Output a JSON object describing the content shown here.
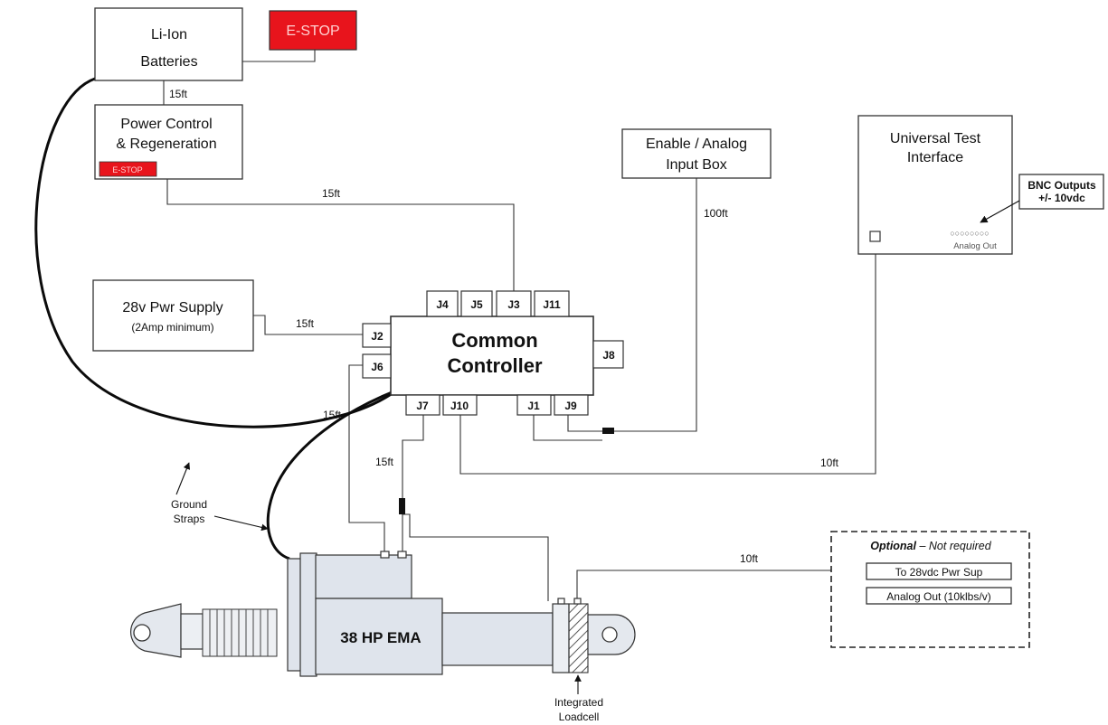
{
  "components": {
    "batteries": {
      "line1": "Li-Ion",
      "line2": "Batteries"
    },
    "estop_main": "E-STOP",
    "power_control": {
      "line1": "Power Control",
      "line2": "& Regeneration",
      "estop": "E-STOP"
    },
    "pwr_supply": {
      "line1": "28v Pwr Supply",
      "line2": "(2Amp minimum)"
    },
    "enable_box": {
      "line1": "Enable / Analog",
      "line2": "Input Box"
    },
    "uti": {
      "line1": "Universal Test",
      "line2": "Interface",
      "analog_out": "Analog Out",
      "port_glyphs": "○○○○○○○○"
    },
    "bnc": {
      "line1": "BNC Outputs",
      "line2": "+/- 10vdc"
    },
    "controller": {
      "line1": "Common",
      "line2": "Controller"
    },
    "ema_label": "38 HP EMA",
    "optional": {
      "title_bold": "Optional",
      "title_rest": " – Not required",
      "item1": "To 28vdc Pwr Sup",
      "item2": "Analog Out (10klbs/v)"
    },
    "ground_straps": {
      "line1": "Ground",
      "line2": "Straps"
    },
    "loadcell": {
      "line1": "Integrated",
      "line2": "Loadcell"
    }
  },
  "connectors": {
    "j4": "J4",
    "j5": "J5",
    "j3": "J3",
    "j11": "J11",
    "j2": "J2",
    "j6": "J6",
    "j8": "J8",
    "j7": "J7",
    "j10": "J10",
    "j1": "J1",
    "j9": "J9"
  },
  "cable_lengths": {
    "batt_to_pwr": "15ft",
    "pwr_to_j3": "15ft",
    "enable_to_j1": "100ft",
    "supply_to_j2": "15ft",
    "j6_to_ema": "15ft",
    "j7_to_ema": "15ft",
    "j10_to_uti": "10ft",
    "loadcell_to_optional": "10ft"
  },
  "colors": {
    "estop": "#e8141c",
    "ema_body": "#dfe4ec"
  }
}
